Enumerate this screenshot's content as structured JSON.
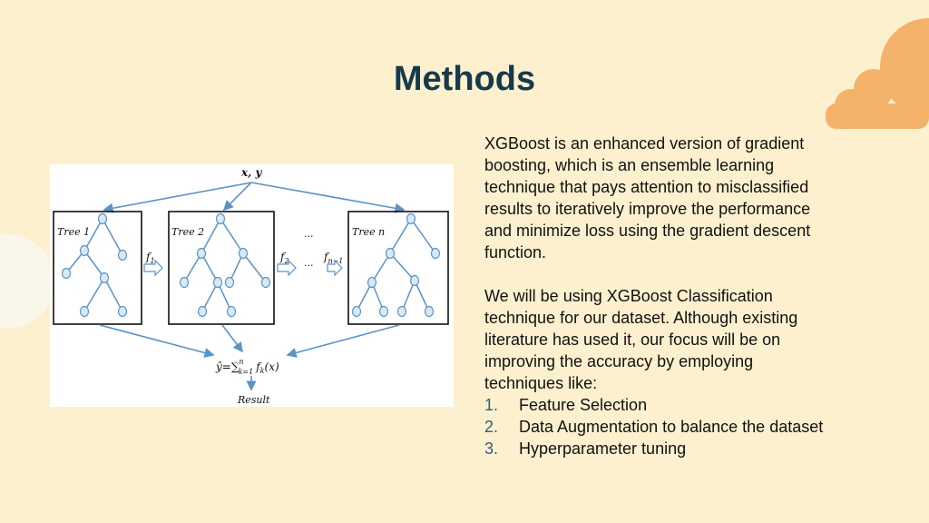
{
  "slide": {
    "title": "Methods",
    "paragraph1": "XGBoost is an enhanced version of gradient boosting, which is an ensemble learning technique that pays attention to misclassified results to iteratively improve the performance and minimize loss using the gradient descent function.",
    "paragraph2": "We will be using XGBoost Classification technique for our dataset. Although existing literature has used it, our focus will be on improving the accuracy by employing techniques like:",
    "list": [
      {
        "num": "1.",
        "text": "Feature Selection"
      },
      {
        "num": "2.",
        "text": "Data Augmentation to balance the dataset"
      },
      {
        "num": "3.",
        "text": "Hyperparameter tuning"
      }
    ]
  },
  "diagram": {
    "input": "x, y",
    "trees": [
      "Tree 1",
      "Tree 2",
      "Tree n"
    ],
    "ellipsis_top": "...",
    "ellipsis_mid": "...",
    "f1": "f",
    "f1_sub": "1",
    "f2": "f",
    "f2_sub": "2",
    "fn1": "f",
    "fn1_sub": "n−1",
    "formula_yhat": "ŷ",
    "formula_eq": "=",
    "formula_sum": "∑",
    "formula_sum_sup": "n",
    "formula_sum_sub": "k=1",
    "formula_term": "f",
    "formula_term_sub": "k",
    "formula_arg": "(x)",
    "result": "Result"
  },
  "colors": {
    "background": "#fdf0cf",
    "title": "#17394a",
    "cloud_orange": "#f5b26b",
    "cloud_cream": "#fbf6ea",
    "diagram_blue": "#5b93c7"
  }
}
